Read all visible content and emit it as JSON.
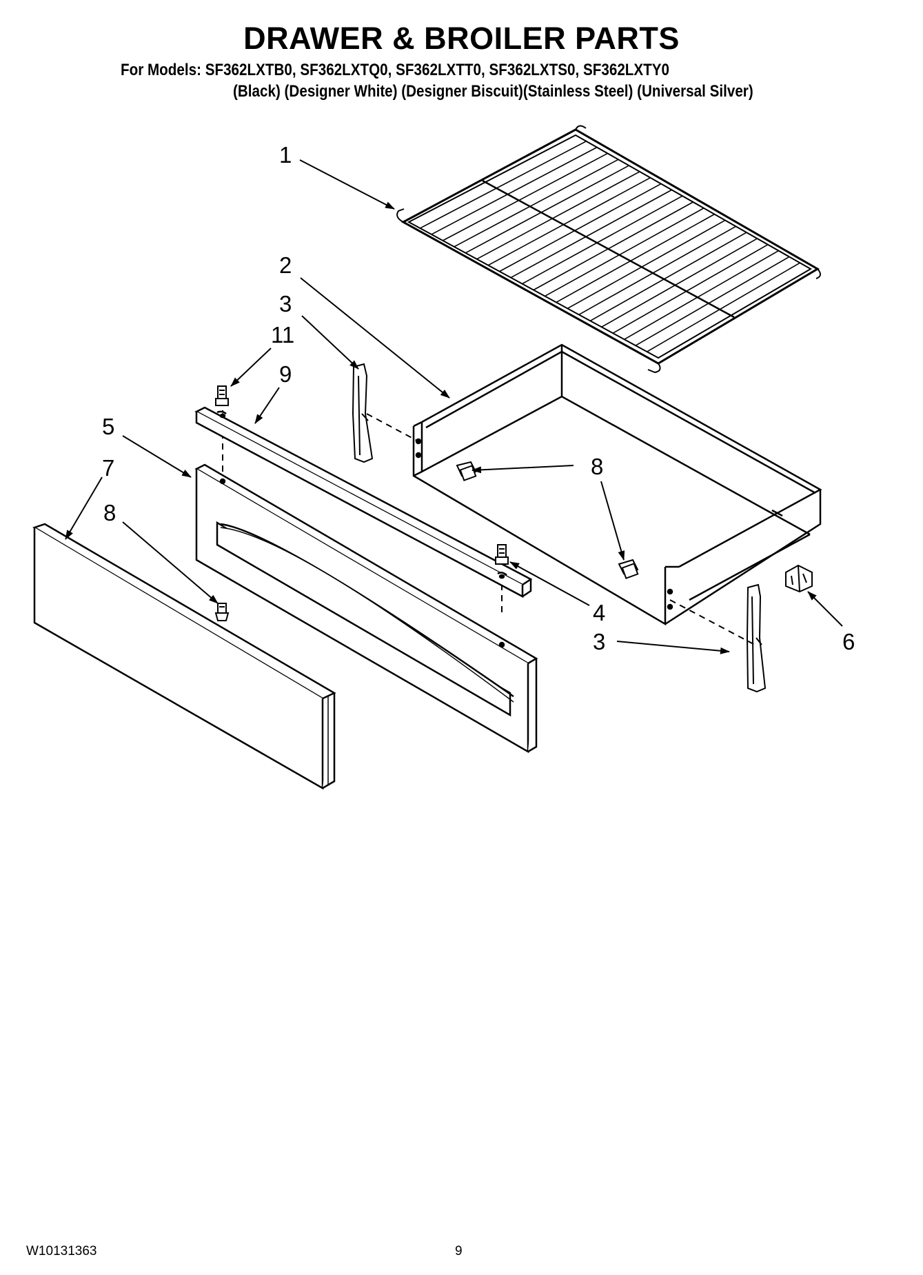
{
  "header": {
    "title": "DRAWER & BROILER PARTS",
    "models_line": "For Models: SF362LXTB0, SF362LXTQ0, SF362LXTT0, SF362LXTS0, SF362LXTY0",
    "colors_line": "(Black) (Designer White) (Designer Biscuit)(Stainless Steel) (Universal Silver)"
  },
  "callouts": {
    "c1": "1",
    "c2": "2",
    "c3a": "3",
    "c11": "11",
    "c9": "9",
    "c5": "5",
    "c7": "7",
    "c8a": "8",
    "c8b": "8",
    "c8c": "8",
    "c4": "4",
    "c3b": "3",
    "c6": "6"
  },
  "footer": {
    "doc_number": "W10131363",
    "page_number": "9"
  }
}
